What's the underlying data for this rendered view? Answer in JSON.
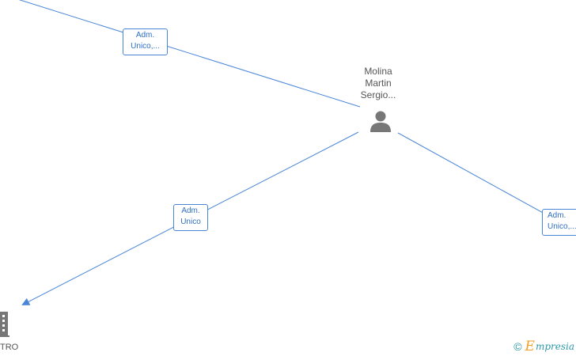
{
  "diagram": {
    "person": {
      "name_lines": [
        "Molina",
        "Martin",
        "Sergio..."
      ]
    },
    "company": {
      "label": "TRO"
    },
    "edges": [
      {
        "label_lines": [
          "Adm.",
          "Unico,..."
        ]
      },
      {
        "label_lines": [
          "Adm.",
          "Unico"
        ]
      },
      {
        "label_lines": [
          "Adm.",
          "Unico,..."
        ]
      }
    ]
  },
  "brand": {
    "copyright_symbol": "©",
    "initial": "E",
    "rest": "mpresia"
  },
  "colors": {
    "edge_line": "#4a86d8",
    "node_icon": "#777777",
    "brand_teal": "#2e9aa6",
    "brand_orange": "#f0a12a"
  },
  "icons": {
    "person": "person-icon",
    "company": "building-icon",
    "arrow": "arrowhead-icon"
  }
}
